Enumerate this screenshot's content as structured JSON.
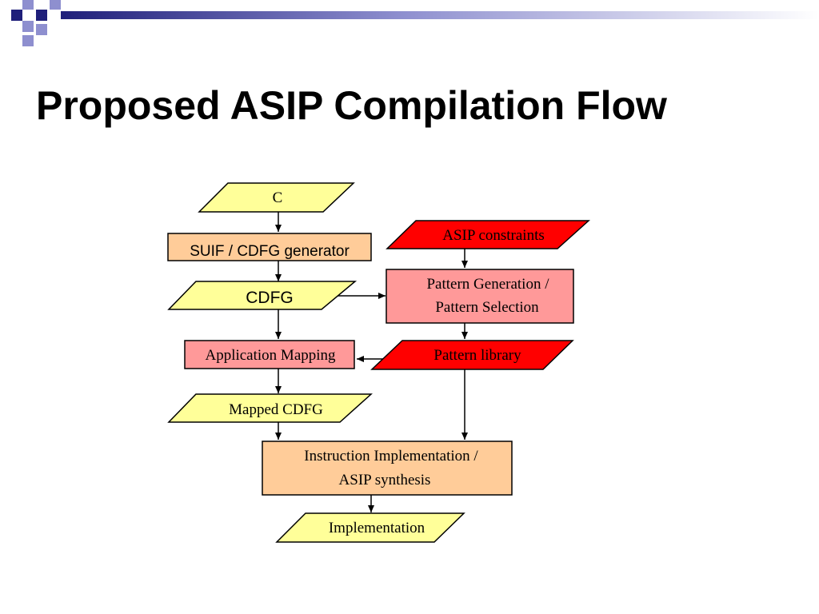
{
  "slide": {
    "title": "Proposed ASIP Compilation Flow"
  },
  "colors": {
    "navy": "#1f1f7a",
    "periwinkle": "#8e8fcf",
    "light_yellow": "#ffff99",
    "peach": "#ffcc99",
    "salmon": "#ff9999",
    "red": "#ff0000"
  },
  "flow": {
    "c": "C",
    "suif": "SUIF / CDFG generator",
    "cdfg": "CDFG",
    "application_mapping": "Application Mapping",
    "mapped_cdfg": "Mapped CDFG",
    "instruction_impl_line1": "Instruction Implementation /",
    "instruction_impl_line2": "ASIP synthesis",
    "implementation": "Implementation",
    "asip_constraints": "ASIP constraints",
    "pattern_gen_line1": "Pattern Generation /",
    "pattern_gen_line2": "Pattern Selection",
    "pattern_library": "Pattern library"
  }
}
